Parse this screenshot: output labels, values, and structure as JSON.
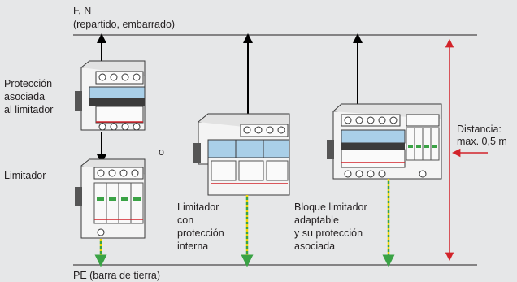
{
  "top_bus": {
    "label_line1": "F, N",
    "label_line2": "(repartido, embarrado)"
  },
  "bottom_bus": {
    "label": "PE (barra de tierra)"
  },
  "left_group": {
    "protection_label": [
      "Protección",
      "asociada",
      "al limitador"
    ],
    "limiter_label": "Limitador"
  },
  "or_label": "o",
  "middle_device": {
    "label": [
      "Limitador",
      "con",
      "protección",
      "interna"
    ]
  },
  "right_device": {
    "label": [
      "Bloque limitador",
      "adaptable",
      "y su protección",
      "asociada"
    ]
  },
  "distance": {
    "label_line1": "Distancia:",
    "label_line2": "max. 0,5 m"
  },
  "colors": {
    "background": "#e6e7e8",
    "distance_arrow": "#d2232a",
    "earth_yellow": "#f2d500",
    "earth_green": "#3aa345",
    "device_body": "#f2f2f2",
    "device_band": "#a9cfe8",
    "red_strip": "#d2232a"
  }
}
